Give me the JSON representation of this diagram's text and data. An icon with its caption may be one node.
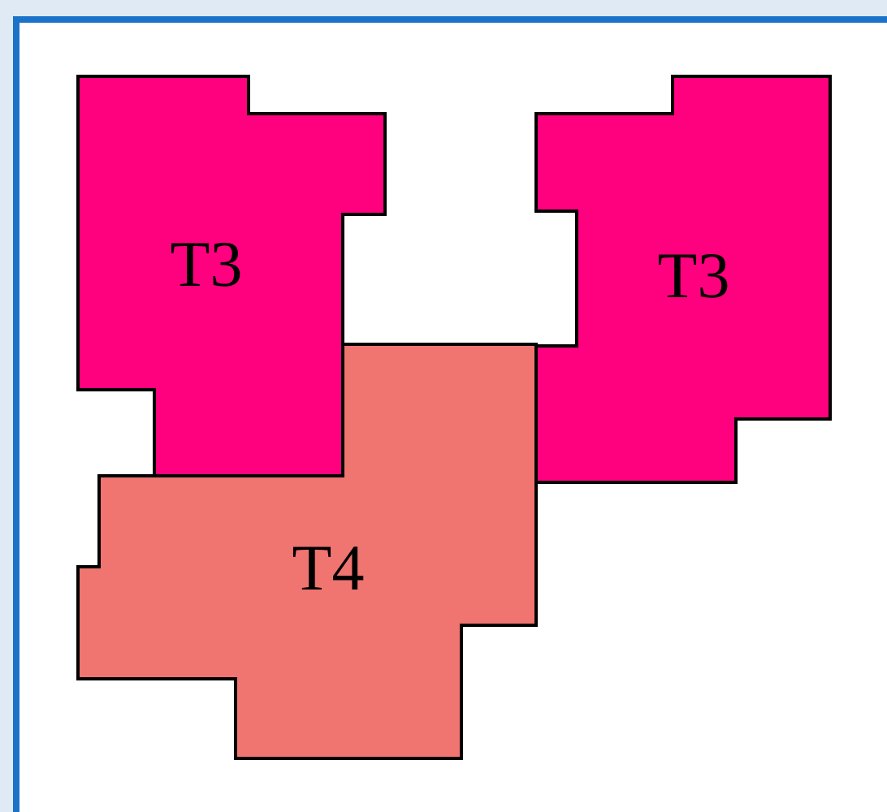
{
  "diagram": {
    "nodes": [
      {
        "text": [
          "T3"
        ]
      },
      {
        "text": [
          "T3"
        ]
      },
      {
        "text": [
          "T4"
        ]
      }
    ]
  }
}
